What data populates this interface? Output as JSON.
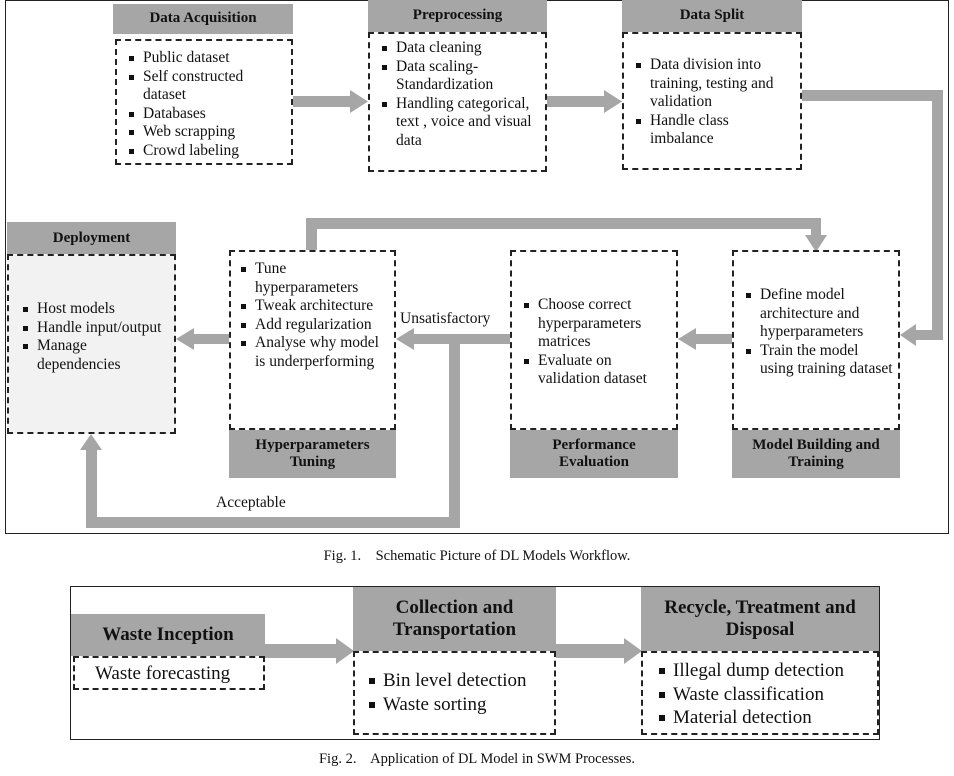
{
  "fig1": {
    "caption": "Fig. 1.    Schematic Picture of DL Models Workflow.",
    "stages": {
      "acquisition": {
        "title": "Data Acquisition",
        "items": [
          "Public dataset",
          "Self constructed dataset",
          "Databases",
          "Web scrapping",
          "Crowd labeling"
        ]
      },
      "preprocessing": {
        "title": "Preprocessing",
        "items": [
          "Data cleaning",
          "Data scaling-Standardization",
          "Handling categorical, text , voice and visual data"
        ]
      },
      "split": {
        "title": "Data Split",
        "items": [
          "Data division into training, testing and validation",
          "Handle class imbalance"
        ]
      },
      "deployment": {
        "title": "Deployment",
        "items": [
          "Host models",
          "Handle input/output",
          "Manage dependencies"
        ]
      },
      "tuning": {
        "title": "Hyperparameters Tuning",
        "items": [
          "Tune hyperparameters",
          "Tweak architecture",
          "Add regularization",
          "Analyse why model is underperforming"
        ]
      },
      "evaluation": {
        "title": "Performance Evaluation",
        "items": [
          "Choose correct hyperparameters matrices",
          "Evaluate on validation dataset"
        ]
      },
      "building": {
        "title": "Model Building and Training",
        "items": [
          "Define model architecture and hyperparameters",
          "Train the model using training dataset"
        ]
      }
    },
    "labels": {
      "unsatisfactory": "Unsatisfactory",
      "acceptable": "Acceptable"
    }
  },
  "fig2": {
    "caption": "Fig. 2.    Application of DL Model in SWM Processes.",
    "stages": {
      "inception": {
        "title": "Waste Inception",
        "items": [
          "Waste forecasting"
        ]
      },
      "collection": {
        "title": "Collection and Transportation",
        "items": [
          "Bin level detection",
          "Waste sorting"
        ]
      },
      "recycle": {
        "title": "Recycle, Treatment and Disposal",
        "items": [
          "Illegal dump detection",
          "Waste classification",
          "Material detection"
        ]
      }
    }
  },
  "colors": {
    "header_fill": "#a6a6a6",
    "arrow": "#a6a6a6",
    "deployment_fill": "#f2f2f2",
    "border": "#222222"
  }
}
